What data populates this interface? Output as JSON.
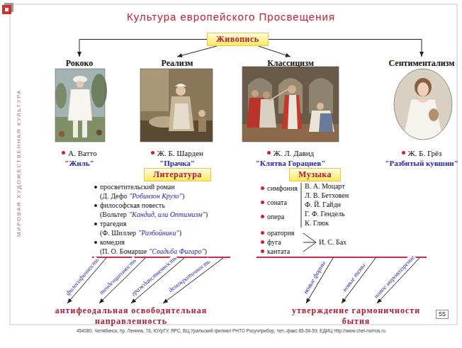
{
  "diagram": {
    "title": "Культура европейского Просвещения",
    "nodes": [
      {
        "text": [
          "Живопись"
        ]
      },
      {
        "text": [
          "Рококо",
          "А. Ватто",
          "\"Жиль\""
        ]
      },
      {
        "text": [
          "Реализм",
          "Ж. Б. Шарден",
          "\"Прачка\""
        ]
      },
      {
        "text": [
          "Классицизм",
          "Ж. Л. Давид",
          "\"Клятва Горациев\""
        ]
      },
      {
        "text": [
          "Сентиментализм",
          "Ж. Б. Грёз",
          "\"Разбитый кувшин\""
        ]
      },
      {
        "text": [
          "Литература"
        ]
      },
      {
        "text": [
          "Музыка"
        ]
      },
      {
        "text": [
          "просветительский роман",
          "(Д. Дефо",
          "\"Робинзон Крузо\"",
          ")",
          "философская повесть",
          "(Вольтер",
          "\"Кандид, или Оптимизм\"",
          ")",
          "трагедия",
          "(Ф. Шиллер",
          "\"Разбойники\"",
          ")",
          "комедия",
          "(П. О. Бомарше",
          "\"Свадьба Фигаро\"",
          ")"
        ]
      },
      {
        "text": [
          "симфония",
          "соната",
          "опера",
          "В. А. Моцарт",
          "Л. В. Бетховен",
          "Ф. Й. Гайдн",
          "Г. Ф. Гендель",
          "К. Глюк",
          "оратория",
          "фуга",
          "кантата",
          "И. С. Бах"
        ]
      },
      {
        "text": [
          "антифеодальная освободительная направленность"
        ]
      },
      {
        "text": [
          "утверждение гармоничности бытия"
        ]
      },
      {
        "text": [
          "55"
        ]
      }
    ],
    "edges": [
      {
        "from": 0,
        "to": 1,
        "arrow": "to"
      },
      {
        "from": 0,
        "to": 2,
        "arrow": "to"
      },
      {
        "from": 0,
        "to": 3,
        "arrow": "to"
      },
      {
        "from": 0,
        "to": 4,
        "arrow": "to"
      },
      {
        "from": 7,
        "to": 9,
        "label": "философичность",
        "arrow": "to"
      },
      {
        "from": 7,
        "to": 9,
        "label": "тенденциозность",
        "arrow": "to"
      },
      {
        "from": 7,
        "to": 9,
        "label": "гражданственность",
        "arrow": "to"
      },
      {
        "from": 7,
        "to": 9,
        "label": "демократичность",
        "arrow": "to"
      },
      {
        "from": 8,
        "to": 10,
        "label": "новые формы",
        "arrow": "to"
      },
      {
        "from": 8,
        "to": 10,
        "label": "новые темы",
        "arrow": "to"
      },
      {
        "from": 8,
        "to": 10,
        "label": "новое мировоззрение",
        "arrow": "to"
      }
    ],
    "labels": [
      "МИРОВАЯ ХУДОЖЕСТВЕННАЯ КУЛЬТУРА",
      "454080, Челябинск, пр. Ленина, 76, ЮУрГУ, ЯРС, ВЦ Уральский филиал РНТО Росучприбор, тел.-факс 65-59-59, ЕДИЦ http://www.chel-nomos.ru"
    ]
  }
}
